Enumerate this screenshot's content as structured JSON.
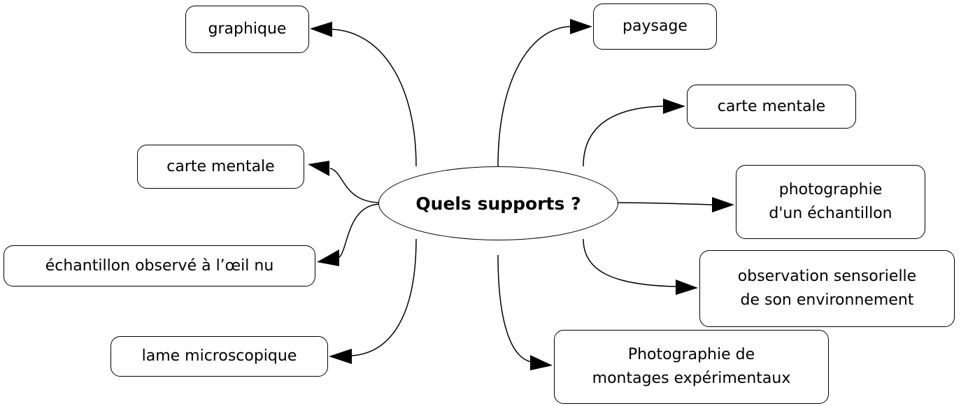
{
  "center": {
    "label": "Quels supports ?"
  },
  "nodes": [
    {
      "id": "graphique",
      "label": "graphique"
    },
    {
      "id": "paysage",
      "label": "paysage"
    },
    {
      "id": "carte-mentale-right",
      "label": "carte mentale"
    },
    {
      "id": "carte-mentale-left",
      "label": "carte mentale"
    },
    {
      "id": "photographie-echantillon",
      "label": "photographie\nd'un échantillon"
    },
    {
      "id": "echantillon-oeil-nu",
      "label": "échantillon observé à l’œil nu"
    },
    {
      "id": "observation-sensorielle",
      "label": "observation sensorielle\nde son environnement"
    },
    {
      "id": "lame-microscopique",
      "label": "lame microscopique"
    },
    {
      "id": "photographie-montages",
      "label": "Photographie de\nmontages expérimentaux"
    }
  ]
}
